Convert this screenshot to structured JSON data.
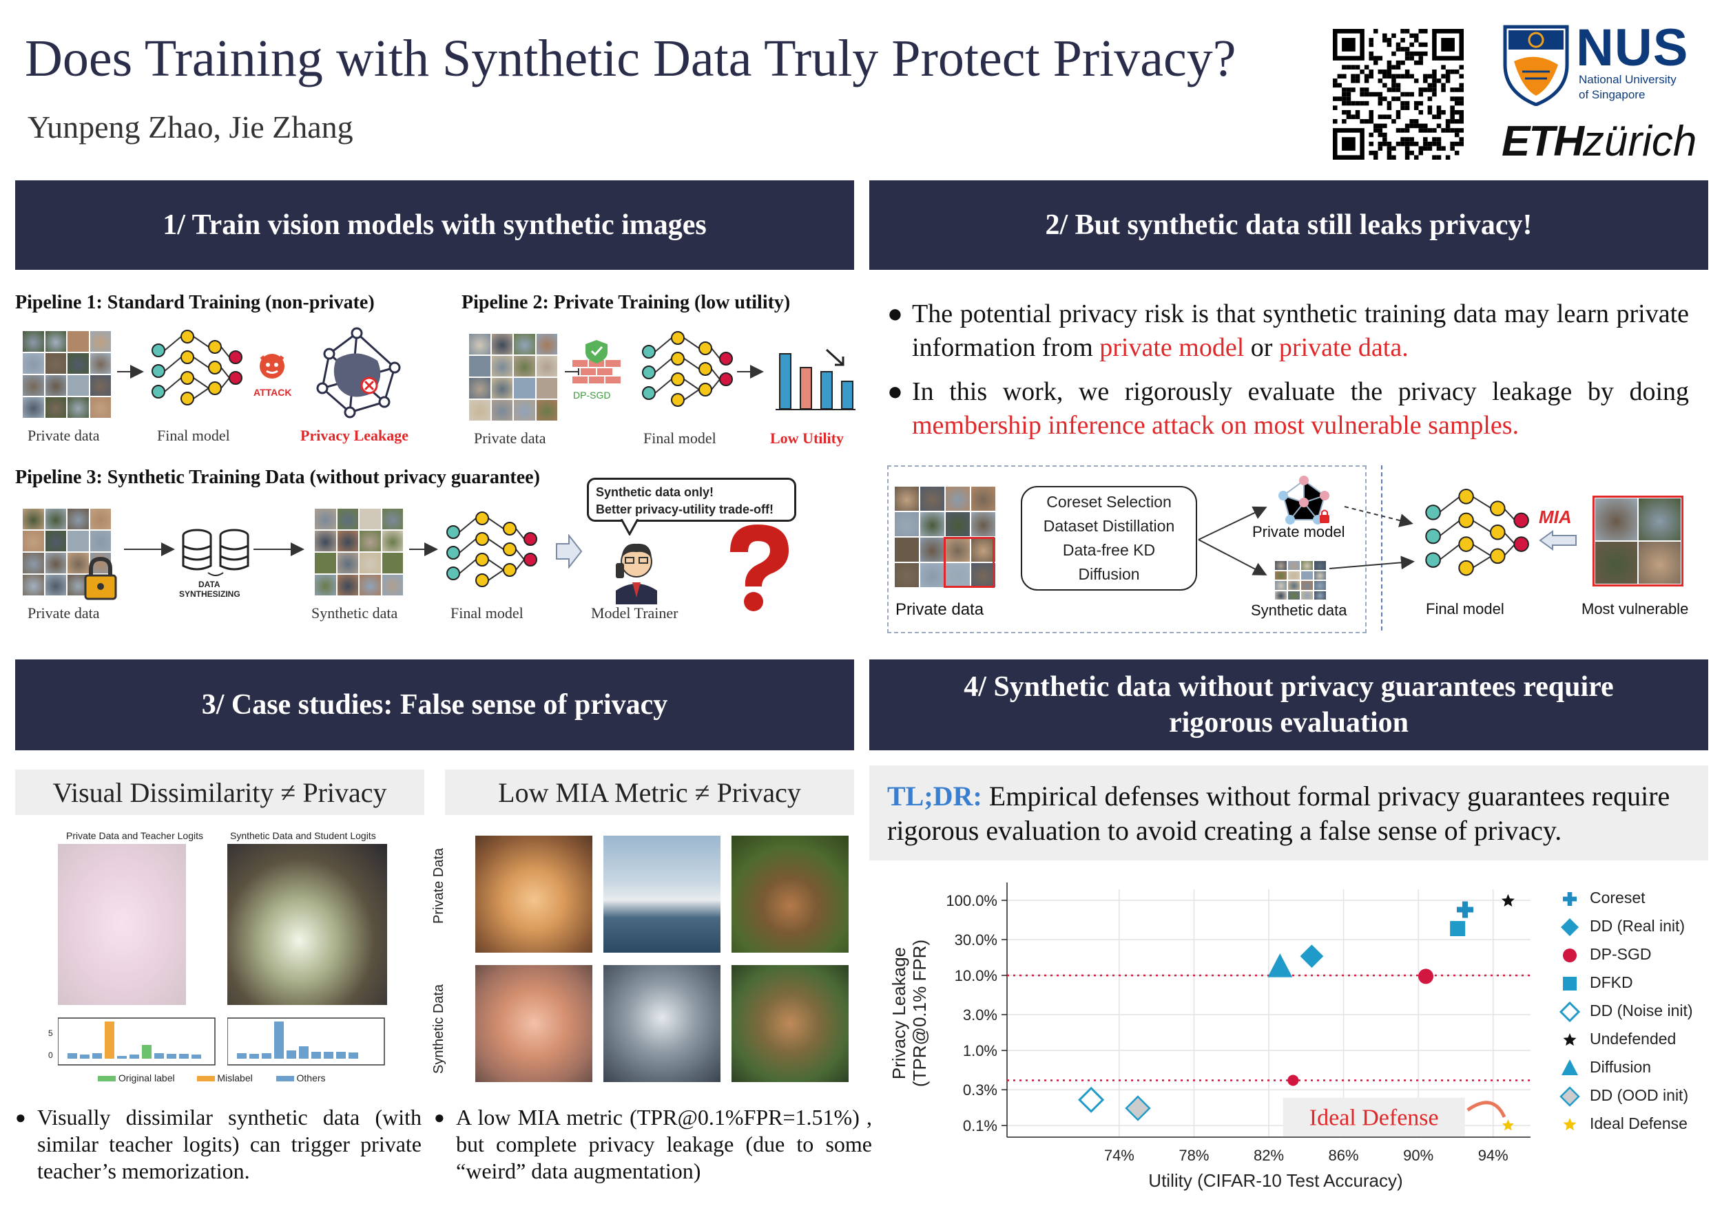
{
  "header": {
    "title": "Does Training with Synthetic Data Truly Protect Privacy?",
    "authors": "Yunpeng Zhao, Jie Zhang",
    "nus_logo": "NUS",
    "nus_sub1": "National University",
    "nus_sub2": "of Singapore",
    "eth_logo_a": "ETH",
    "eth_logo_b": "zürich"
  },
  "section1": {
    "title": "1/ Train vision models with synthetic images",
    "p1_title": "Pipeline 1: Standard Training (non-private)",
    "p1_private": "Private data",
    "p1_final": "Final model",
    "p1_attack": "ATTACK",
    "p1_leak": "Privacy Leakage",
    "p2_title": "Pipeline 2: Private Training (low utility)",
    "p2_private": "Private data",
    "p2_dpsgd": "DP-SGD",
    "p2_final": "Final model",
    "p2_low": "Low Utility",
    "p3_title": "Pipeline 3: Synthetic Training Data (without privacy guarantee)",
    "p3_private": "Private data",
    "p3_synth_label1": "DATA",
    "p3_synth_label2": "SYNTHESIZING",
    "p3_synthetic": "Synthetic data",
    "p3_final": "Final model",
    "p3_trainer": "Model Trainer",
    "bubble1": "Synthetic data only!",
    "bubble2": "Better privacy-utility trade-off!"
  },
  "section2": {
    "title": "2/ But synthetic data still leaks privacy!",
    "b1_a": "The potential privacy risk is that synthetic training data may learn private information from ",
    "b1_red1": "private model",
    "b1_or": " or ",
    "b1_red2": "private data.",
    "b2_a": "In this work, we rigorously evaluate the privacy leakage by doing ",
    "b2_red": "membership inference attack on most vulnerable samples.",
    "methods": [
      "Coreset Selection",
      "Dataset Distillation",
      "Data-free KD",
      "Diffusion"
    ],
    "private_data": "Private data",
    "private_model": "Private model",
    "synthetic_data": "Synthetic data",
    "final_model": "Final model",
    "mia": "MIA",
    "most_vulnerable": "Most vulnerable"
  },
  "section3": {
    "title": "3/ Case studies: False sense of privacy",
    "left_title": "Visual Dissimilarity ≠ Privacy",
    "right_title": "Low MIA Metric ≠ Privacy",
    "img1_caption": "Private Data and Teacher Logits",
    "img2_caption": "Synthetic Data and Student Logits",
    "legend": [
      "Original label",
      "Mislabel",
      "Others"
    ],
    "axis_ticks": [
      "5",
      "0"
    ],
    "row_private": "Private Data",
    "row_synthetic": "Synthetic Data",
    "bullet_left": "Visually dissimilar synthetic data (with similar teacher logits) can trigger private teacher’s memorization.",
    "bullet_right": "A low MIA metric (TPR@0.1%FPR=1.51%) , but complete privacy leakage (due to some “weird” data augmentation)"
  },
  "section4": {
    "title_l1": "4/ Synthetic data without privacy guarantees require",
    "title_l2": "rigorous evaluation",
    "tldr_label": "TL;DR:",
    "tldr_text": " Empirical defenses without formal privacy guarantees require rigorous evaluation to avoid creating a false sense of privacy."
  },
  "chart_data": {
    "type": "scatter",
    "xlabel": "Utility (CIFAR-10 Test Accuracy)",
    "ylabel": "Privacy Leakage\n(TPR@0.1% FPR)",
    "xlim": [
      68,
      96
    ],
    "ylim_log": [
      0.07,
      140
    ],
    "x_ticks": [
      "74%",
      "78%",
      "82%",
      "86%",
      "90%",
      "94%"
    ],
    "x_tick_values": [
      74,
      78,
      82,
      86,
      90,
      94
    ],
    "y_ticks": [
      "100.0%",
      "30.0%",
      "10.0%",
      "3.0%",
      "1.0%",
      "0.3%",
      "0.1%"
    ],
    "y_tick_values": [
      100,
      30,
      10,
      3,
      1,
      0.3,
      0.1
    ],
    "ref_lines": [
      10,
      0.4
    ],
    "annotation": "Ideal Defense",
    "grid": true,
    "legend_position": "right",
    "series": [
      {
        "name": "Coreset",
        "marker": "plus",
        "color": "#1f8bc0",
        "points": [
          [
            92.5,
            75
          ]
        ]
      },
      {
        "name": "DD (Real init)",
        "marker": "diamond",
        "color": "#1f9ac9",
        "points": [
          [
            84.3,
            18
          ]
        ]
      },
      {
        "name": "DP-SGD",
        "marker": "circle",
        "color": "#d1163f",
        "points": [
          [
            90.4,
            9.7
          ],
          [
            83.3,
            0.4
          ]
        ]
      },
      {
        "name": "DFKD",
        "marker": "square",
        "color": "#1f9ac9",
        "points": [
          [
            92.1,
            42
          ]
        ]
      },
      {
        "name": "DD (Noise init)",
        "marker": "diamond-open",
        "color": "#1f9ac9",
        "points": [
          [
            72.5,
            0.22
          ]
        ]
      },
      {
        "name": "Undefended",
        "marker": "star",
        "color": "#111111",
        "points": [
          [
            94.8,
            98
          ]
        ]
      },
      {
        "name": "Diffusion",
        "marker": "triangle",
        "color": "#1f9ac9",
        "points": [
          [
            82.6,
            13
          ]
        ]
      },
      {
        "name": "DD (OOD init)",
        "marker": "diamond-gray",
        "color": "#aaaaaa",
        "points": [
          [
            75,
            0.17
          ]
        ]
      },
      {
        "name": "Ideal Defense",
        "marker": "star",
        "color": "#f5c400",
        "points": [
          [
            94.8,
            0.1
          ]
        ]
      }
    ]
  },
  "colors": {
    "header_bg": "#2b2e48",
    "accent_red": "#e0282a",
    "accent_blue": "#3a7fcf",
    "nus_blue": "#0d3a7a"
  }
}
